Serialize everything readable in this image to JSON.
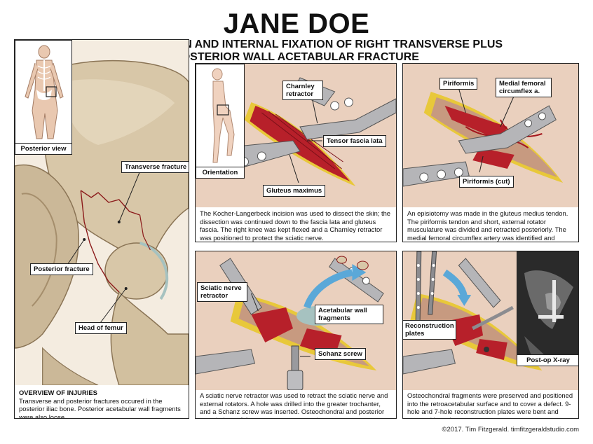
{
  "header": {
    "title": "JANE DOE",
    "subtitle_line1": "OPEN REDUCTION AND INTERNAL FIXATION OF RIGHT TRANSVERSE PLUS",
    "subtitle_line2": "POSTERIOR WALL ACETABULAR FRACTURE"
  },
  "overview": {
    "inset_label": "Posterior view",
    "labels": {
      "transverse": "Transverse fracture",
      "posterior": "Posterior fracture",
      "head_femur": "Head of femur"
    },
    "caption_title": "OVERVIEW OF INJURIES",
    "caption_text": "Transverse and posterior fractures occured in the posterior iliac bone. Posterior acetabular wall fragments were also loose."
  },
  "panel1": {
    "inset_label": "Orientation",
    "labels": {
      "charnley": "Charnley retractor",
      "tensor": "Tensor fascia lata",
      "gluteus": "Gluteus maximus"
    },
    "caption": "The Kocher-Langerbeck incision was used to dissect the skin; the dissection was continued down to the fascia lata and gluteus fascia. The right knee was kept flexed and a Charnley retractor was positioned to protect the sciatic nerve."
  },
  "panel2": {
    "labels": {
      "piriformis": "Piriformis",
      "medial": "Medial femoral circumflex a.",
      "piriformis_cut": "Piriformis (cut)"
    },
    "caption": "An episiotomy was made in the gluteus medius tendon. The piriformis tendon and short, external rotator musculature was divided and retracted posteriorly. The medial femoral circumflex artery was identified and preserved as well."
  },
  "panel3": {
    "labels": {
      "sciatic": "Sciatic nerve retractor",
      "acetabular": "Acetabular wall fragments",
      "schanz": "Schanz screw"
    },
    "caption": "A sciatic nerve retractor was used to retract the sciatic nerve and external rotators. A hole was drilled into the greater trochanter, and a Schanz screw was inserted. Osteochondral and posterior acetabular wall fragments were removed."
  },
  "panel4": {
    "labels": {
      "reconstruction": "Reconstruction plates",
      "xray": "Post-op X-ray"
    },
    "caption": "Osteochondral fragments were preserved and positioned into the retroacetabular surface and to cover a defect. 9-hole and 7-hole reconstruction plates were bent and screwed into place."
  },
  "footer": {
    "copyright": "©2017. Tim Fitzgerald. timfitzgeraldstudio.com"
  },
  "colors": {
    "bone": "#d8c7a8",
    "bone_shadow": "#a58e6c",
    "tissue": "#ead0be",
    "muscle": "#b7202a",
    "fat": "#e8c83a",
    "retractor": "#b5b5b8",
    "arrow": "#5aa8d8"
  }
}
